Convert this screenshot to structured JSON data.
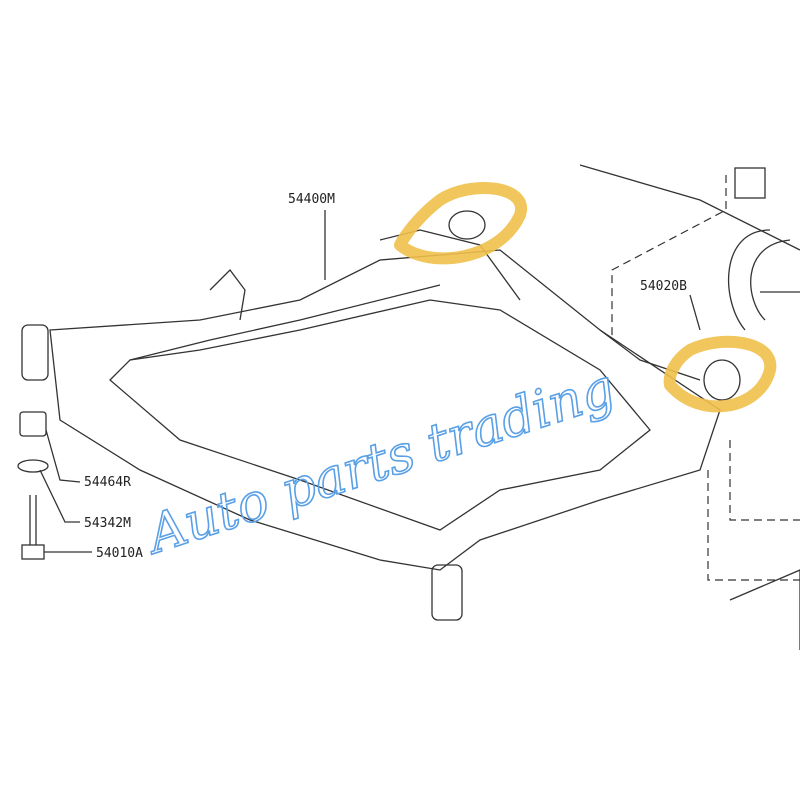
{
  "parts": [
    {
      "id": "subframe",
      "code": "54400M"
    },
    {
      "id": "nut",
      "code": "54020B"
    },
    {
      "id": "bushing",
      "code": "54464R"
    },
    {
      "id": "washer",
      "code": "54342M"
    },
    {
      "id": "bolt",
      "code": "54010A"
    }
  ],
  "watermark": "Auto parts trading",
  "colors": {
    "highlight": "#f0c04a",
    "watermark": "#5aa0e6",
    "line": "#333333"
  }
}
